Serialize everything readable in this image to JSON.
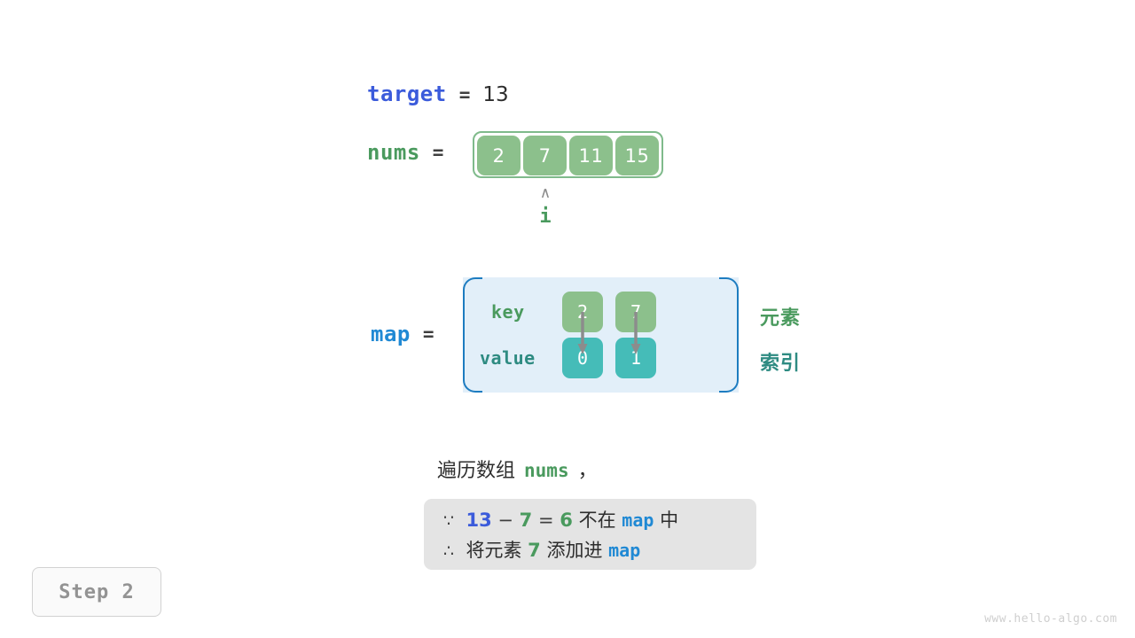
{
  "target": {
    "label": "target",
    "equals": "=",
    "value": "13"
  },
  "nums": {
    "label": "nums",
    "equals": "=",
    "cells": [
      "2",
      "7",
      "11",
      "15"
    ]
  },
  "pointer": {
    "caret": "∧",
    "label": "i",
    "points_at_index": 1
  },
  "map": {
    "label": "map",
    "equals": "=",
    "key_row_label": "key",
    "value_row_label": "value",
    "keys": [
      "2",
      "7"
    ],
    "values": [
      "0",
      "1"
    ],
    "side_notes": {
      "element": "元素",
      "index": "索引"
    }
  },
  "caption": {
    "text": "遍历数组",
    "code": "nums",
    "comma": "，"
  },
  "reasoning": {
    "line1": {
      "symbol": "∵",
      "a": "13",
      "minus": "−",
      "b": "7",
      "eq": "=",
      "result": "6",
      "text_mid": "不在",
      "map": "map",
      "text_end": "中"
    },
    "line2": {
      "symbol": "∴",
      "text_start": "将元素",
      "num": "7",
      "text_mid": "添加进",
      "map": "map"
    }
  },
  "step_badge": "Step 2",
  "watermark": "www.hello-algo.com",
  "colors": {
    "target_blue": "#3b5bdb",
    "nums_green": "#4a9a5e",
    "map_blue": "#2089d4",
    "cell_green": "#8cc08c",
    "cell_teal": "#45bcb8",
    "map_box_fill": "#e2eff9",
    "map_box_border": "#1d7cc0",
    "reason_box_fill": "#e4e4e4",
    "arrow_gray": "#8c8c8c",
    "index_teal": "#2e8b82"
  }
}
